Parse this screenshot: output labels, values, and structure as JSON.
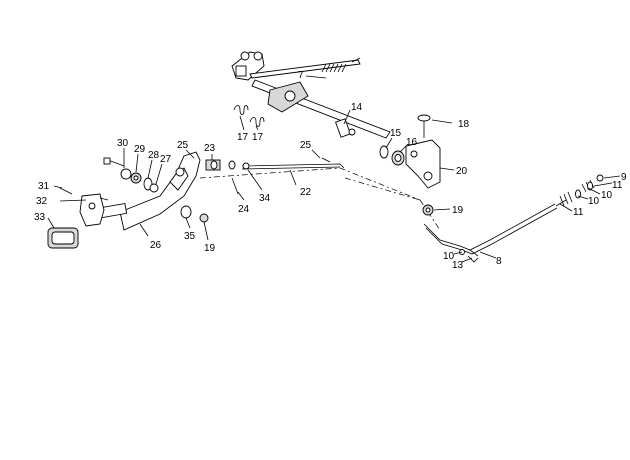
{
  "callouts": {
    "c7": "7",
    "c14": "14",
    "c17a": "17",
    "c17b": "17",
    "c15": "15",
    "c16": "16",
    "c18": "18",
    "c20": "20",
    "c19a": "19",
    "c25a": "25",
    "c22": "22",
    "c30": "30",
    "c29": "29",
    "c28": "28",
    "c27": "27",
    "c25b": "25",
    "c23": "23",
    "c31": "31",
    "c32": "32",
    "c33": "33",
    "c26": "26",
    "c35": "35",
    "c19b": "19",
    "c24": "24",
    "c34": "34",
    "c9": "9",
    "c11a": "11",
    "c10a": "10",
    "c10b": "10",
    "c11b": "11",
    "c10c": "10",
    "c13": "13",
    "c8": "8"
  }
}
